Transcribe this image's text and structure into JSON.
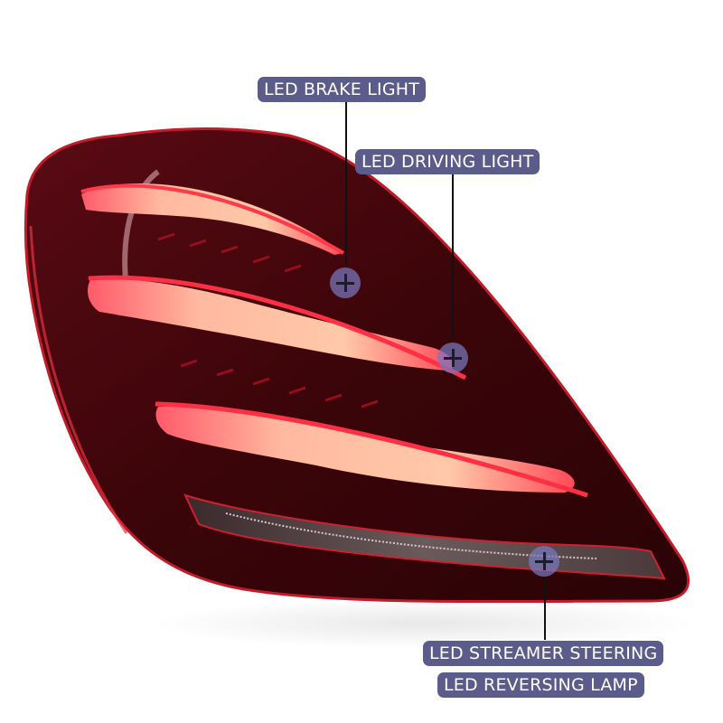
{
  "image": {
    "subject": "LED car tail light assembly",
    "background_color": "#ffffff",
    "housing_color": "#4a0810",
    "accent_color": "#c8102e",
    "label_color": "#5b5b8c"
  },
  "callouts": [
    {
      "id": "brake",
      "label": "LED BRAKE LIGHT"
    },
    {
      "id": "driving",
      "label": "LED DRIVING LIGHT"
    },
    {
      "id": "streamer",
      "label": "LED STREAMER STEERING"
    },
    {
      "id": "reversing",
      "label": "LED REVERSING LAMP"
    }
  ],
  "icons": {
    "marker": "plus-circle-icon"
  }
}
